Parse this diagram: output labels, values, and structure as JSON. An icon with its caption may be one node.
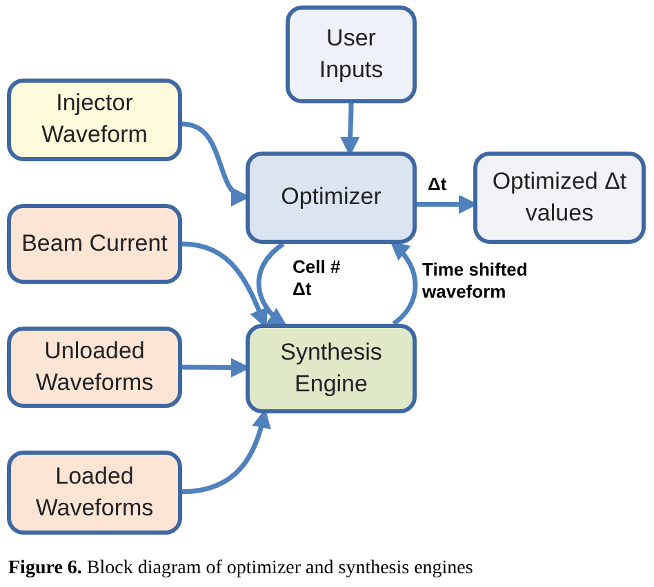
{
  "diagram": {
    "caption": "**Figure 6.** Block diagram of optimizer and synthesis engines",
    "nodes": [
      {
        "text": [
          "User Inputs"
        ]
      },
      {
        "text": [
          "Injector Waveform"
        ]
      },
      {
        "text": [
          "Optimizer"
        ]
      },
      {
        "text": [
          "Optimized Δt values"
        ]
      },
      {
        "text": [
          "Beam Current"
        ]
      },
      {
        "text": [
          "Synthesis Engine"
        ]
      },
      {
        "text": [
          "Unloaded Waveforms"
        ]
      },
      {
        "text": [
          "Loaded Waveforms"
        ]
      }
    ],
    "edges": [
      {
        "from": 0,
        "to": 2,
        "arrow": "to"
      },
      {
        "from": 1,
        "to": 2,
        "arrow": "to"
      },
      {
        "from": 2,
        "to": 3,
        "arrow": "to",
        "label": "Δt"
      },
      {
        "from": 2,
        "to": 5,
        "arrow": "to",
        "label": "Cell # Δt"
      },
      {
        "from": 5,
        "to": 2,
        "arrow": "to",
        "label": "Time shifted waveform"
      },
      {
        "from": 4,
        "to": 5,
        "arrow": "to"
      },
      {
        "from": 6,
        "to": 5,
        "arrow": "to"
      },
      {
        "from": 7,
        "to": 5,
        "arrow": "to"
      }
    ]
  }
}
